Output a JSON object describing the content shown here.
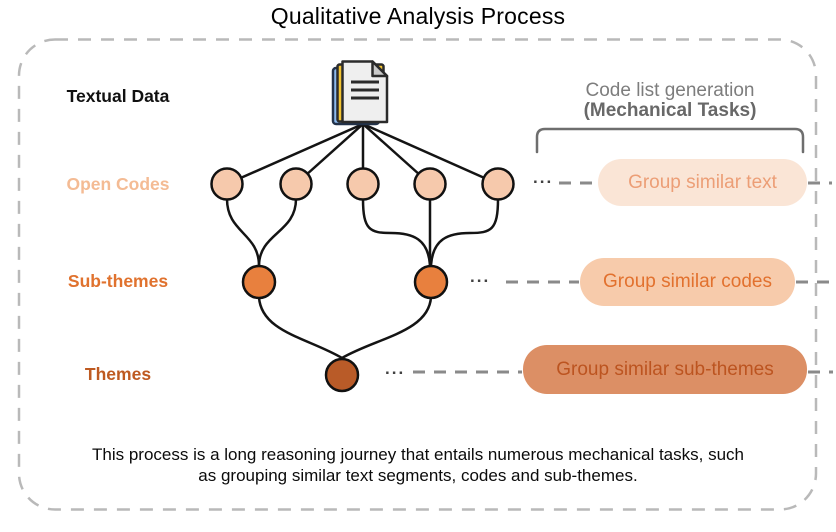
{
  "title": "Qualitative Analysis Process",
  "levels": {
    "textual_data": "Textual Data",
    "open_codes": "Open Codes",
    "sub_themes": "Sub-themes",
    "themes": "Themes"
  },
  "annotation": {
    "line1": "Code list generation",
    "line2": "(Mechanical Tasks)"
  },
  "tasks": {
    "group_text": "Group similar text",
    "group_codes": "Group similar codes",
    "group_sub_themes": "Group similar sub-themes"
  },
  "ellipsis": "...",
  "caption": {
    "line1": "This process is a long reasoning journey that entails numerous mechanical tasks, such",
    "line2": "as grouping similar text segments, codes and sub-themes."
  },
  "tree_structure": {
    "textual_data_count": 1,
    "open_code_count": 5,
    "sub_theme_count": 2,
    "theme_count": 1
  },
  "colors": {
    "open_code_node": "#F6C9AC",
    "sub_theme_node": "#E8803E",
    "theme_node": "#B95B28",
    "open_code_label": "#F4BB94",
    "sub_theme_label": "#E0722E",
    "theme_label": "#BE5A21",
    "task_text_bg": "#FAE5D6",
    "task_text_fg": "#EC9E76",
    "task_codes_bg": "#F7CBAB",
    "task_codes_fg": "#E2712E",
    "task_sub_themes_bg": "#DC8F65",
    "task_sub_themes_fg": "#BC5420",
    "annotation_gray": "#7D7D7D",
    "dashed_border_gray": "#B9B9B9",
    "connector_gray": "#8A8A8A",
    "doc_back_sheet": "#8DBBEE",
    "doc_middle_sheet": "#F3C433",
    "doc_front_sheet": "#EFEFEF"
  }
}
